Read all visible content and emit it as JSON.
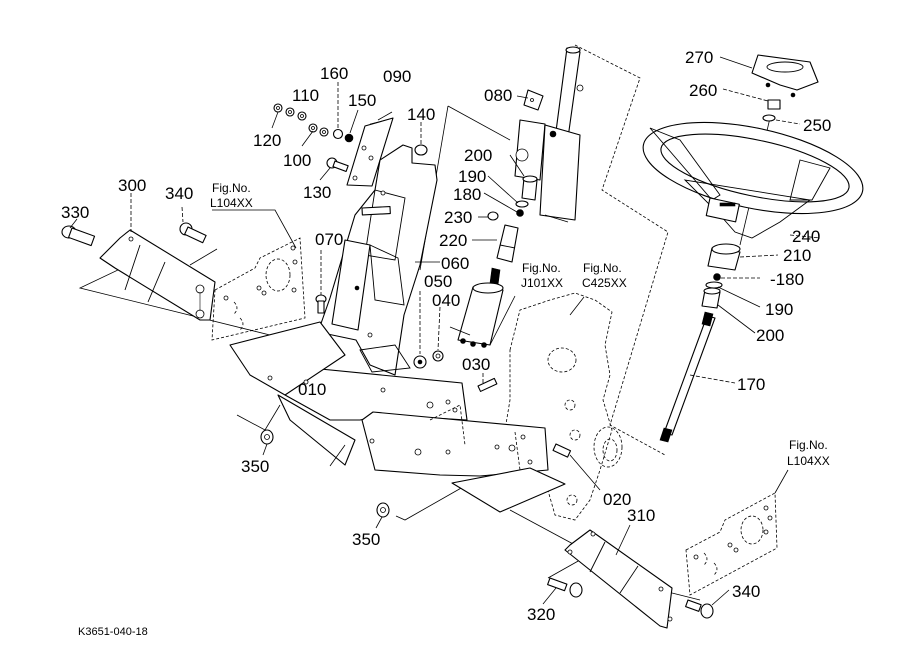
{
  "diagram": {
    "title": "Steering column and bracket exploded parts diagram",
    "drawing_number": "K3651-040-18",
    "callouts": [
      {
        "id": "010",
        "label": "010"
      },
      {
        "id": "020",
        "label": "020"
      },
      {
        "id": "030",
        "label": "030"
      },
      {
        "id": "040",
        "label": "040"
      },
      {
        "id": "050",
        "label": "050"
      },
      {
        "id": "060",
        "label": "060"
      },
      {
        "id": "070",
        "label": "070"
      },
      {
        "id": "080",
        "label": "080"
      },
      {
        "id": "090",
        "label": "090"
      },
      {
        "id": "100",
        "label": "100"
      },
      {
        "id": "110",
        "label": "110"
      },
      {
        "id": "120",
        "label": "120"
      },
      {
        "id": "130",
        "label": "130"
      },
      {
        "id": "140",
        "label": "140"
      },
      {
        "id": "150",
        "label": "150"
      },
      {
        "id": "160",
        "label": "160"
      },
      {
        "id": "170",
        "label": "170"
      },
      {
        "id": "180a",
        "label": "180"
      },
      {
        "id": "180b",
        "label": "-180"
      },
      {
        "id": "190a",
        "label": "190"
      },
      {
        "id": "190b",
        "label": "190"
      },
      {
        "id": "200a",
        "label": "200"
      },
      {
        "id": "200b",
        "label": "200"
      },
      {
        "id": "210",
        "label": "210"
      },
      {
        "id": "220",
        "label": "220"
      },
      {
        "id": "230",
        "label": "230"
      },
      {
        "id": "240",
        "label": "240"
      },
      {
        "id": "250",
        "label": "250"
      },
      {
        "id": "260",
        "label": "260"
      },
      {
        "id": "270",
        "label": "270"
      },
      {
        "id": "300",
        "label": "300"
      },
      {
        "id": "310",
        "label": "310"
      },
      {
        "id": "320",
        "label": "320"
      },
      {
        "id": "330",
        "label": "330"
      },
      {
        "id": "340a",
        "label": "340"
      },
      {
        "id": "340b",
        "label": "340"
      },
      {
        "id": "350a",
        "label": "350"
      },
      {
        "id": "350b",
        "label": "350"
      }
    ],
    "figure_refs": [
      {
        "id": "l104-left",
        "line1": "Fig.No.",
        "line2": "L104XX"
      },
      {
        "id": "j101",
        "line1": "Fig.No.",
        "line2": "J101XX"
      },
      {
        "id": "c425",
        "line1": "Fig.No.",
        "line2": "C425XX"
      },
      {
        "id": "l104-right",
        "line1": "Fig.No.",
        "line2": "L104XX"
      }
    ]
  }
}
